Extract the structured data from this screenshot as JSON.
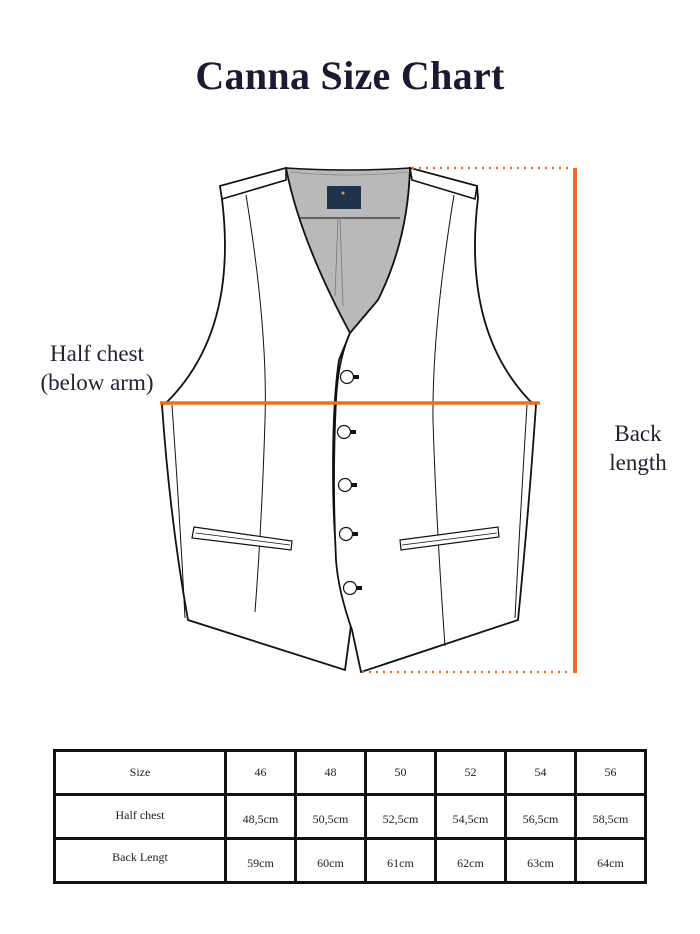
{
  "title": "Canna Size Chart",
  "diagram": {
    "garment": "vest",
    "labels": {
      "half_chest_line1": "Half chest",
      "half_chest_line2": "(below arm)",
      "back_length_line1": "Back",
      "back_length_line2": "length"
    },
    "colors": {
      "measure_line": "#f26b21",
      "lining": "#b9b9b9",
      "outline": "#111111",
      "label_patch": "#1e3349",
      "title": "#1b1a33"
    },
    "buttons_count": 5,
    "pockets_count": 2
  },
  "size_table": {
    "header": {
      "label": "Size",
      "sizes": [
        "46",
        "48",
        "50",
        "52",
        "54",
        "56"
      ]
    },
    "rows": [
      {
        "label": "Half chest",
        "values": [
          "48,5cm",
          "50,5cm",
          "52,5cm",
          "54,5cm",
          "56,5cm",
          "58,5cm"
        ]
      },
      {
        "label": "Back Lengt",
        "values": [
          "59cm",
          "60cm",
          "61cm",
          "62cm",
          "63cm",
          "64cm"
        ]
      }
    ]
  }
}
